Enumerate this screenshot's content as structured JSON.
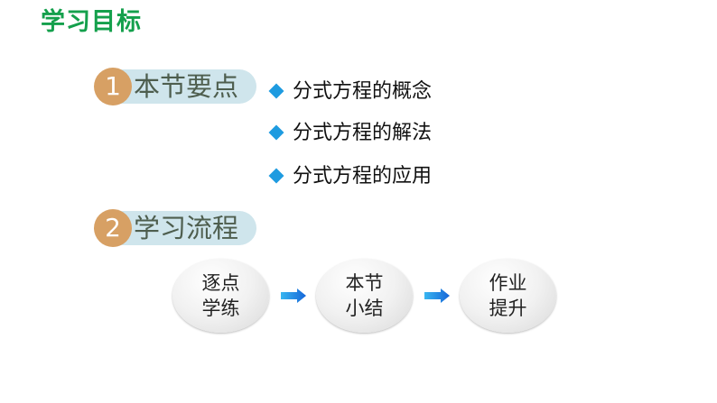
{
  "title": "学习目标",
  "sections": [
    {
      "num": "1",
      "label": "本节要点"
    },
    {
      "num": "2",
      "label": "学习流程"
    }
  ],
  "bullets": [
    "分式方程的概念",
    "分式方程的解法",
    "分式方程的应用"
  ],
  "flow": [
    {
      "line1": "逐点",
      "line2": "学练"
    },
    {
      "line1": "本节",
      "line2": "小结"
    },
    {
      "line1": "作业",
      "line2": "提升"
    }
  ],
  "colors": {
    "title": "#14A04C",
    "badge": "#D7A064",
    "pill": "#CFE5EC",
    "bullet": "#1E9BE0",
    "arrow": "#1E7FE0"
  }
}
